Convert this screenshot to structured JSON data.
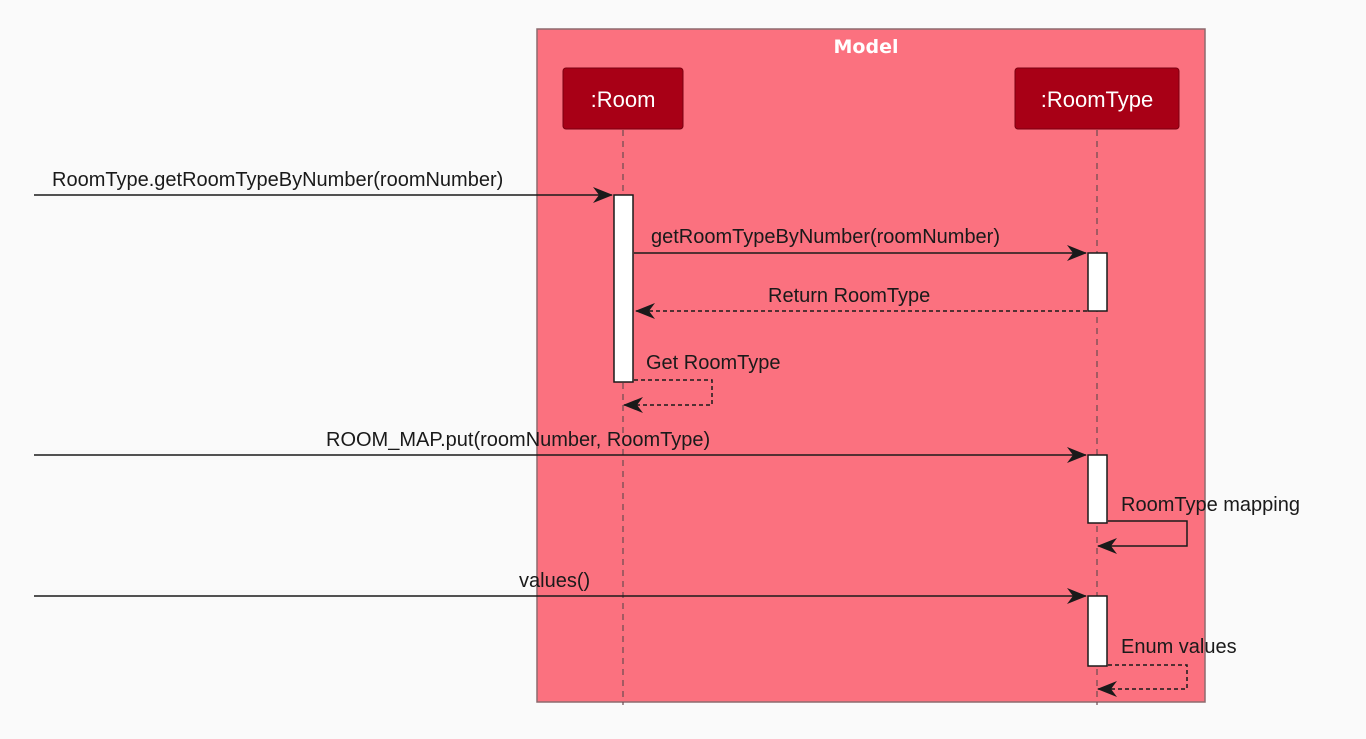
{
  "diagram": {
    "type": "sequence",
    "group": {
      "title": "Model",
      "fill": "#fb717f",
      "border": "#8c6a6e"
    },
    "participants": [
      {
        "id": "room",
        "label": ":Room"
      },
      {
        "id": "roomtype",
        "label": ":RoomType"
      }
    ],
    "participant_fill": "#a80016",
    "messages": [
      {
        "id": "m1",
        "from": "external",
        "to": "room",
        "label": "RoomType.getRoomTypeByNumber(roomNumber)",
        "style": "solid"
      },
      {
        "id": "m2",
        "from": "room",
        "to": "roomtype",
        "label": "getRoomTypeByNumber(roomNumber)",
        "style": "solid"
      },
      {
        "id": "m3",
        "from": "roomtype",
        "to": "room",
        "label": "Return RoomType",
        "style": "dashed"
      },
      {
        "id": "m4",
        "from": "room",
        "to": "room",
        "label": "Get RoomType",
        "style": "dashed"
      },
      {
        "id": "m5",
        "from": "external",
        "to": "roomtype",
        "label": "ROOM_MAP.put(roomNumber, RoomType)",
        "style": "solid"
      },
      {
        "id": "m6",
        "from": "roomtype",
        "to": "roomtype",
        "label": "RoomType mapping",
        "style": "solid"
      },
      {
        "id": "m7",
        "from": "external",
        "to": "roomtype",
        "label": "values()",
        "style": "solid"
      },
      {
        "id": "m8",
        "from": "roomtype",
        "to": "roomtype",
        "label": "Enum values",
        "style": "dashed"
      }
    ]
  }
}
